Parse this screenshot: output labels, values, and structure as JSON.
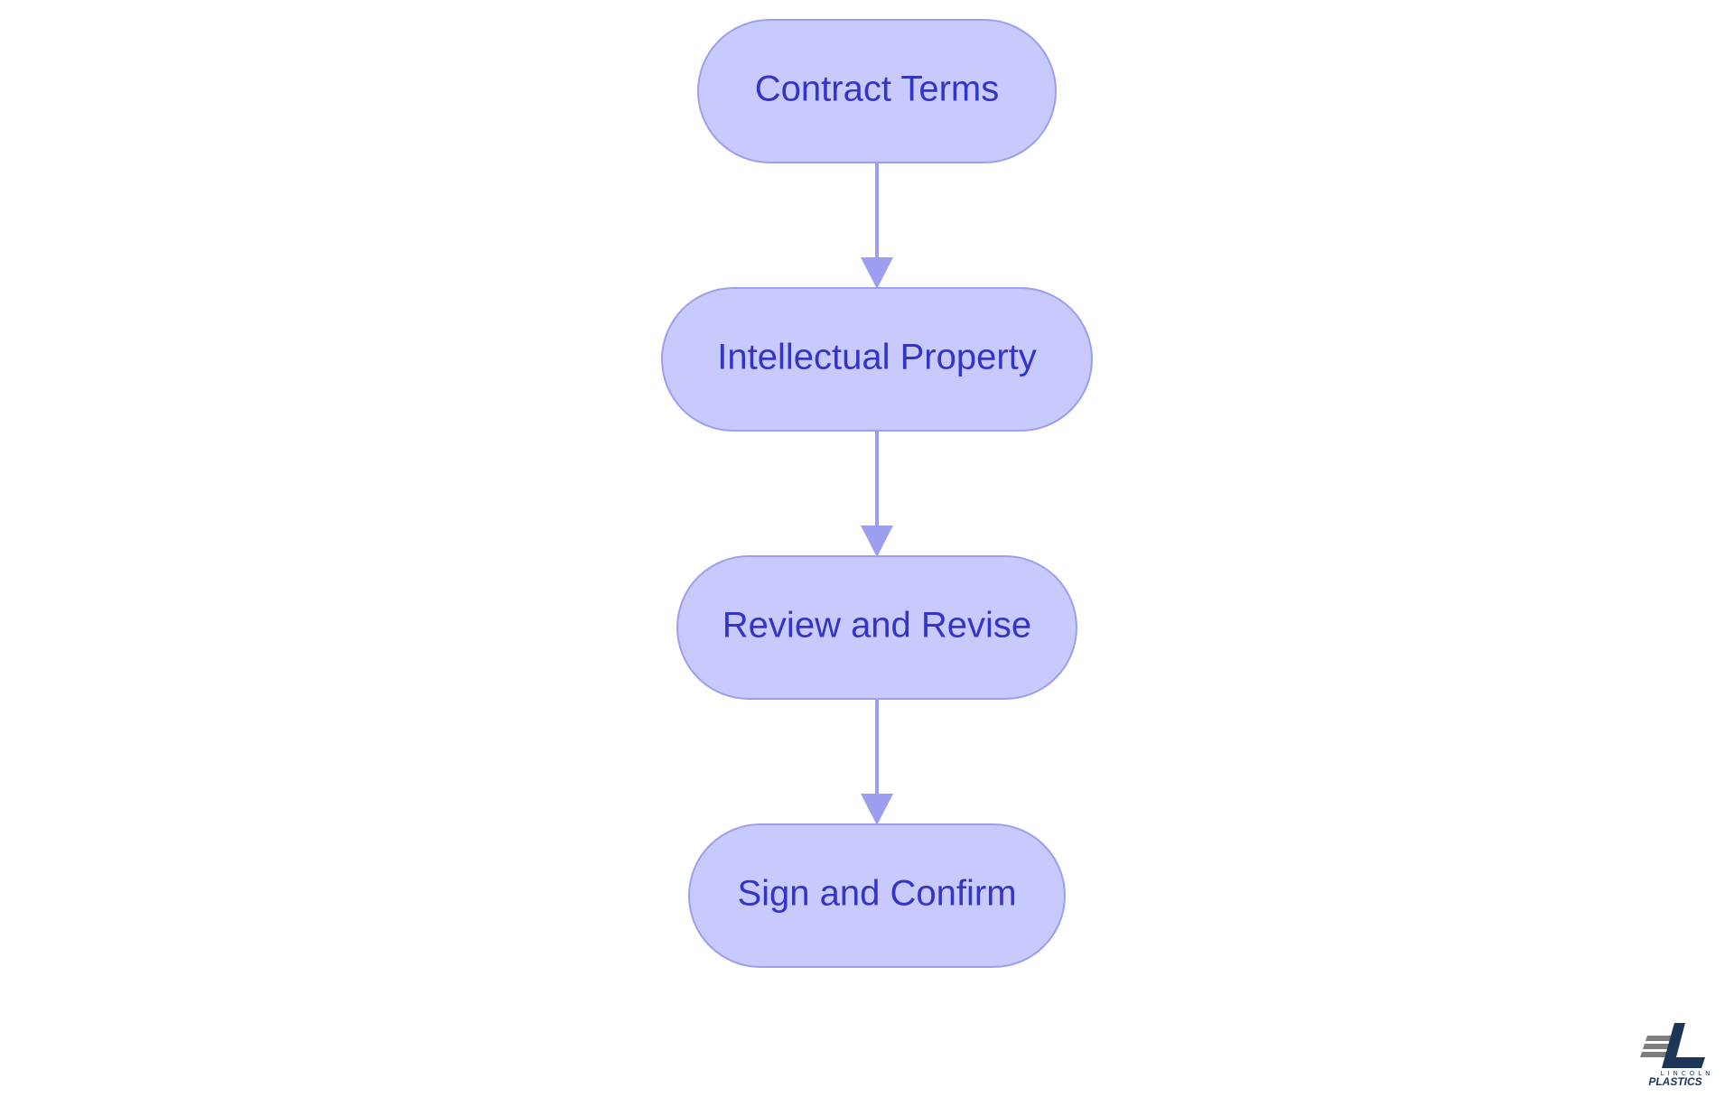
{
  "diagram": {
    "type": "vertical-flowchart",
    "node_shape": "stadium",
    "colors": {
      "node_fill": "#c8cafd",
      "node_stroke": "#9c9fef",
      "node_text": "#3434c6",
      "edge": "#9c9fef"
    },
    "nodes": [
      {
        "id": "n1",
        "label": "Contract Terms"
      },
      {
        "id": "n2",
        "label": "Intellectual Property"
      },
      {
        "id": "n3",
        "label": "Review and Revise"
      },
      {
        "id": "n4",
        "label": "Sign and Confirm"
      }
    ],
    "edges": [
      {
        "from": "n1",
        "to": "n2"
      },
      {
        "from": "n2",
        "to": "n3"
      },
      {
        "from": "n3",
        "to": "n4"
      }
    ]
  },
  "logo": {
    "line1": "LINCOLN",
    "line2": "PLASTICS",
    "colors": {
      "navy": "#1d3556",
      "gray": "#7d7d7d"
    }
  }
}
